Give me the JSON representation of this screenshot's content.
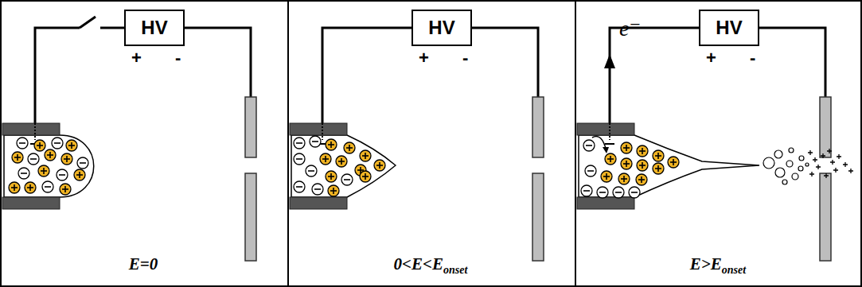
{
  "diagram": {
    "nodes": [
      {
        "text": [
          "HV"
        ]
      },
      {
        "text": [
          "HV"
        ]
      },
      {
        "text": [
          "HV"
        ]
      }
    ],
    "labels": [
      "+",
      "-",
      "E=0",
      "+",
      "-",
      "0<E<E",
      "onset",
      "+",
      "-",
      "e⁻",
      "E>E",
      "onset"
    ]
  }
}
